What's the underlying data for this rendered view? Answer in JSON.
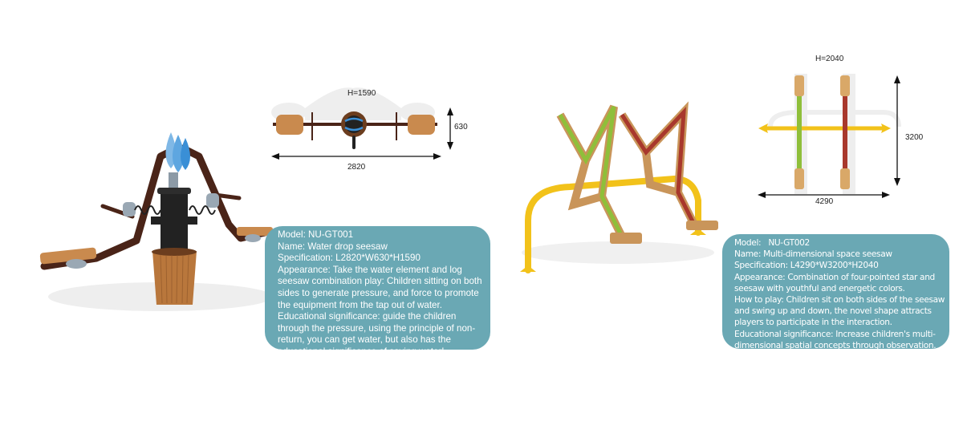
{
  "products": [
    {
      "model_label": "Model: NU-GT001",
      "name_label": "Name: Water drop seesaw",
      "spec_label": "Specification: L2820*W630*H1590",
      "description_lines": [
        "Appearance: Take the water element and log",
        "seesaw combination play: Children sitting on both",
        "sides to generate pressure, and force to promote",
        "the equipment from the tap out of water.",
        "Educational significance: guide the children",
        "through the pressure, using the principle of non-",
        "return, you can get water, but also has the",
        "educational significance of saving water!"
      ],
      "dimensions": {
        "height": "H=1590",
        "width": "630",
        "length": "2820"
      },
      "colors": {
        "frame": "#4a2418",
        "drop_light": "#7fb8e6",
        "drop_dark": "#3a8fd6",
        "wood": "#c98a4e",
        "body": "#222222"
      }
    },
    {
      "model_label": "Model:   NU-GT002",
      "name_label": "Name: Multi-dimensional space seesaw",
      "spec_label": "Specification: L4290*W3200*H2040",
      "description_lines": [
        "Appearance: Combination of four-pointed star and",
        "seesaw with youthful and energetic colors.",
        "How to play: Children sit on both sides of the seesaw",
        "and swing up and down, the novel shape attracts",
        "players to participate in the interaction.",
        "Educational significance: Increase children's multi-",
        "dimensional spatial concepts through observation."
      ],
      "dimensions": {
        "height": "H=2040",
        "width": "3200",
        "length": "4290"
      },
      "colors": {
        "green": "#8fbf3a",
        "red": "#a8382c",
        "yellow": "#f2c21a",
        "wood": "#c9955a"
      }
    }
  ],
  "theme": {
    "box_color": "#6aa8b4",
    "text_color": "#ffffff"
  }
}
